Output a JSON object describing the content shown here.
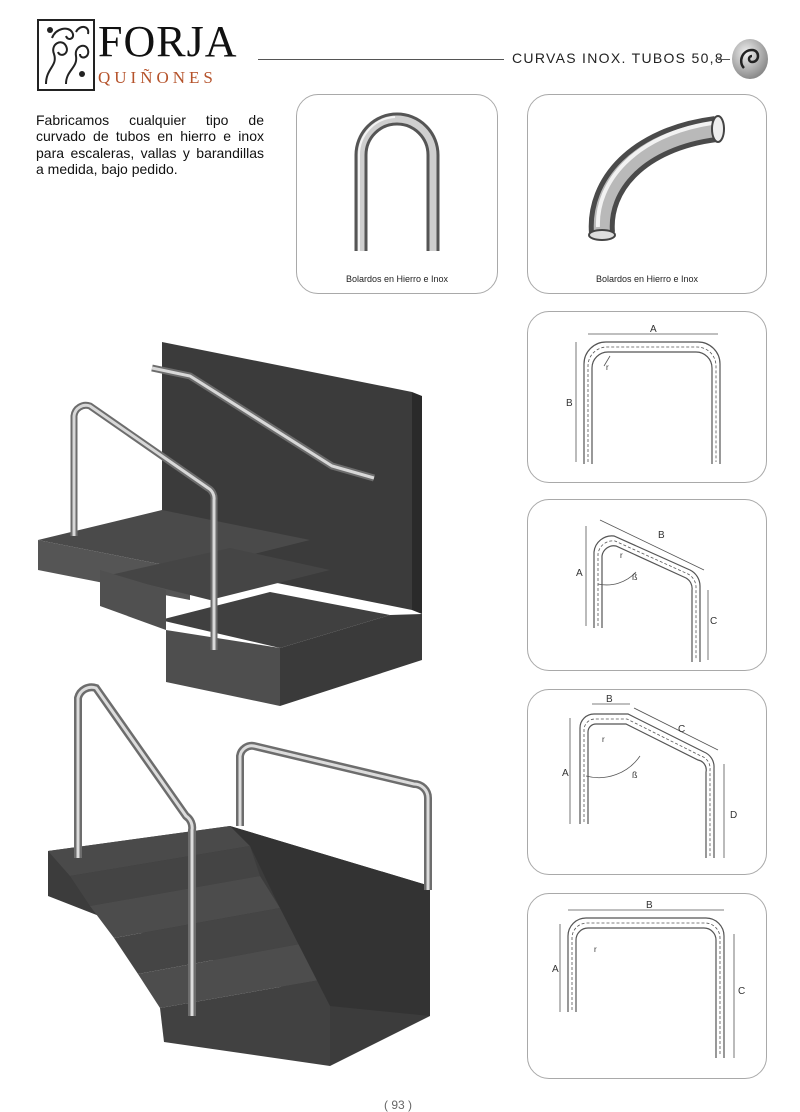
{
  "brand": {
    "name_top": "FORJA",
    "name_bottom": "QUIÑONES"
  },
  "header": {
    "title": "CURVAS INOX. TUBOS 50,8",
    "icon": "spiral-scroll-icon"
  },
  "intro": {
    "text": "Fabricamos cualquier tipo de curvado de tubos en hierro e inox para escaleras, vallas y barandillas a medida, bajo pedido."
  },
  "products": [
    {
      "caption": "Bolardos en Hierro e Inox",
      "image": "u-shaped-tube"
    },
    {
      "caption": "Bolardos en Hierro e Inox",
      "image": "elbow-tube"
    }
  ],
  "diagrams": [
    {
      "labels": [
        "A",
        "B",
        "r"
      ]
    },
    {
      "labels": [
        "A",
        "B",
        "ß",
        "r",
        "C"
      ]
    },
    {
      "labels": [
        "B",
        "C",
        "A",
        "ß",
        "r",
        "D"
      ]
    },
    {
      "labels": [
        "B",
        "A",
        "r",
        "C"
      ]
    }
  ],
  "footer": {
    "page_number": "( 93 )"
  }
}
